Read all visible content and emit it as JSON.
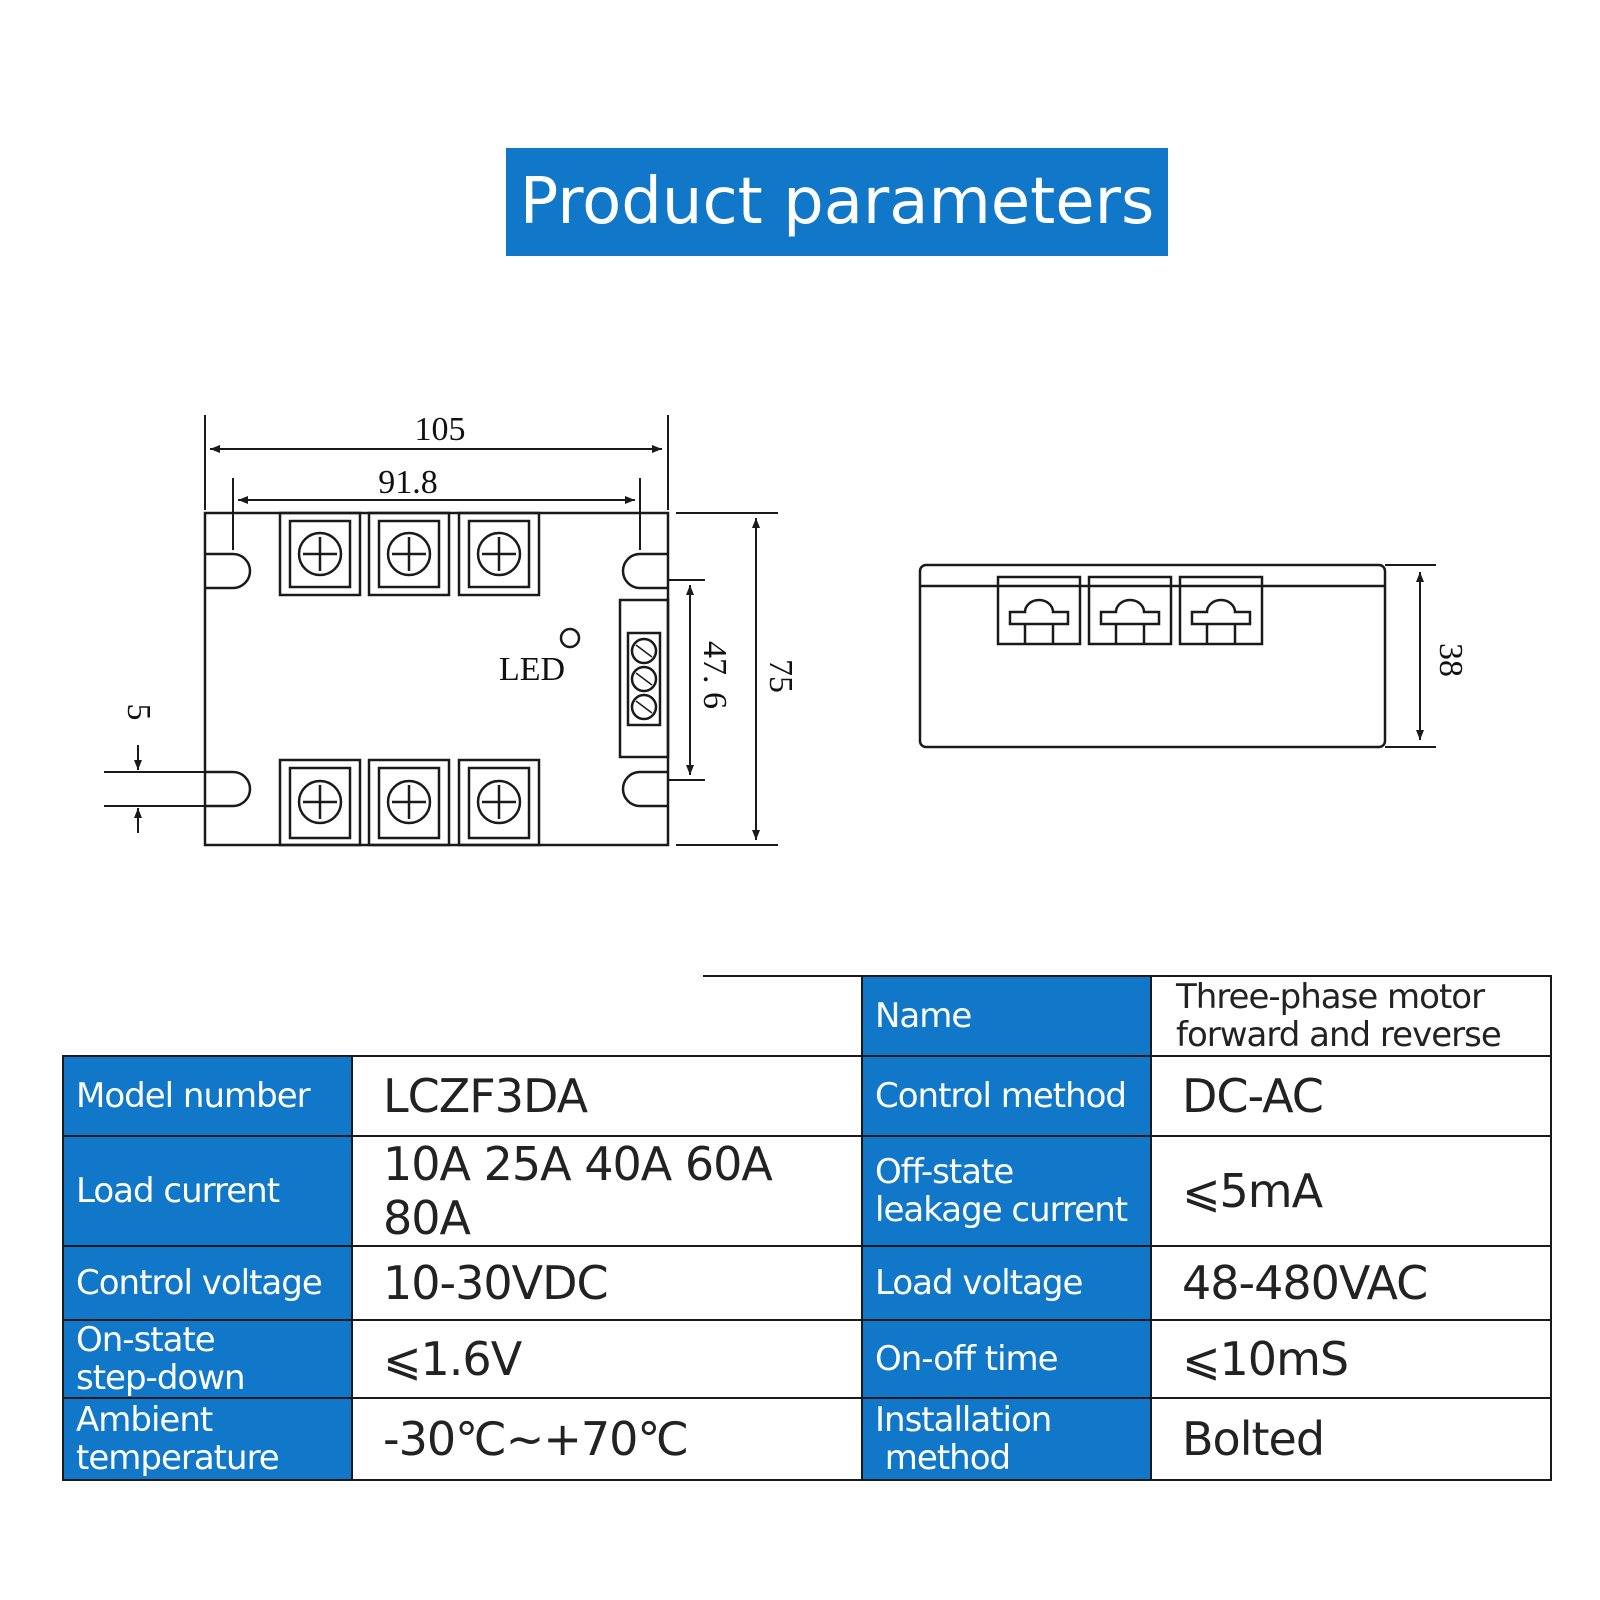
{
  "header": {
    "title": "Product parameters"
  },
  "colors": {
    "accent": "#1177C8",
    "line": "#1a1a1a"
  },
  "drawing": {
    "dimensions": {
      "overall_width": "105",
      "mounting_width": "91.8",
      "overall_height": "75",
      "control_terminal_span": "47. 6",
      "slot_width": "5",
      "depth": "38"
    },
    "led_label": "LED"
  },
  "specs": {
    "name_key": "Name",
    "name_value_line1": "Three-phase motor",
    "name_value_line2": "forward and reverse",
    "rows": [
      {
        "left_key_1": "Model number",
        "left_key_2": "",
        "left_value": "LCZF3DA",
        "right_key_1": "Control method",
        "right_key_2": "",
        "right_value": "DC-AC"
      },
      {
        "left_key_1": "Load current",
        "left_key_2": "",
        "left_value": "10A 25A 40A 60A 80A",
        "right_key_1": "Off-state",
        "right_key_2": "leakage current",
        "right_value": "⩽5mA"
      },
      {
        "left_key_1": "Control voltage",
        "left_key_2": "",
        "left_value": "10-30VDC",
        "right_key_1": "Load voltage",
        "right_key_2": "",
        "right_value": "48-480VAC"
      },
      {
        "left_key_1": "On-state",
        "left_key_2": "step-down",
        "left_value": "⩽1.6V",
        "right_key_1": "On-off time",
        "right_key_2": "",
        "right_value": "⩽10mS"
      },
      {
        "left_key_1": "Ambient",
        "left_key_2": "temperature",
        "left_value": "-30℃~+70℃",
        "right_key_1": "Installation",
        "right_key_2": " method",
        "right_value": "Bolted"
      }
    ]
  }
}
